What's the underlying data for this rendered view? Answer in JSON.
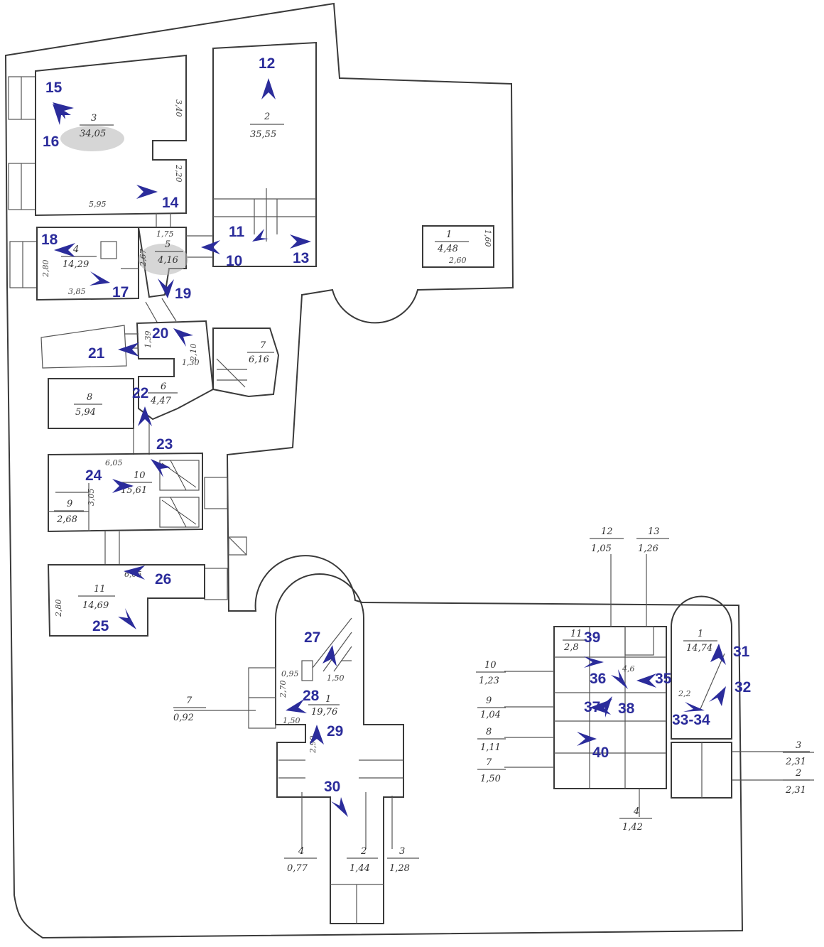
{
  "colors": {
    "marker": "#2b2c9b",
    "walls": "#3a3a3a",
    "background": "#ffffff"
  },
  "rooms": [
    {
      "id": "r3",
      "number": "3",
      "area": "34,05"
    },
    {
      "id": "r2",
      "number": "2",
      "area": "35,55"
    },
    {
      "id": "r1top",
      "number": "1",
      "area": "4,48"
    },
    {
      "id": "r4",
      "number": "4",
      "area": "14,29"
    },
    {
      "id": "r5",
      "number": "5",
      "area": "4,16"
    },
    {
      "id": "r7",
      "number": "7",
      "area": "6,16"
    },
    {
      "id": "r6",
      "number": "6",
      "area": "4,47"
    },
    {
      "id": "r8",
      "number": "8",
      "area": "5,94"
    },
    {
      "id": "r10",
      "number": "10",
      "area": "15,61"
    },
    {
      "id": "r9",
      "number": "9",
      "area": "2,68"
    },
    {
      "id": "r11",
      "number": "11",
      "area": "14,69"
    },
    {
      "id": "b1",
      "number": "1",
      "area": "19,76"
    },
    {
      "id": "b7",
      "number": "7",
      "area": "0,92"
    },
    {
      "id": "b4",
      "number": "4",
      "area": "0,77"
    },
    {
      "id": "b2",
      "number": "2",
      "area": "1,44"
    },
    {
      "id": "b3",
      "number": "3",
      "area": "1,28"
    },
    {
      "id": "c12",
      "number": "12",
      "area": "1,05"
    },
    {
      "id": "c13",
      "number": "13",
      "area": "1,26"
    },
    {
      "id": "c11",
      "number": "11",
      "area": "2,8"
    },
    {
      "id": "c10",
      "number": "10",
      "area": "1,23"
    },
    {
      "id": "c9",
      "number": "9",
      "area": "1,04"
    },
    {
      "id": "c8",
      "number": "8",
      "area": "1,11"
    },
    {
      "id": "c7",
      "number": "7",
      "area": "1,50"
    },
    {
      "id": "c4",
      "number": "4",
      "area": "1,42"
    },
    {
      "id": "d1",
      "number": "1",
      "area": "14,74"
    },
    {
      "id": "d3",
      "number": "3",
      "area": "2,31"
    },
    {
      "id": "d2",
      "number": "2",
      "area": "2,31"
    }
  ],
  "dimensions": [
    "3,40",
    "2,20",
    "5,95",
    "1,75",
    "2,80",
    "2,67",
    "3,85",
    "1,60",
    "2,60",
    "1,39",
    "2,10",
    "1,30",
    "6,05",
    "3,05",
    "2,80",
    "6,05",
    "0,95",
    "2,70",
    "1,50",
    "1,50",
    "2,90",
    "4,6",
    "2,2"
  ],
  "markers": [
    "10",
    "11",
    "12",
    "13",
    "14",
    "15",
    "16",
    "17",
    "18",
    "19",
    "20",
    "21",
    "22",
    "23",
    "24",
    "25",
    "26",
    "27",
    "28",
    "29",
    "30",
    "31",
    "32",
    "33-34",
    "35",
    "36",
    "37",
    "38",
    "39",
    "40"
  ]
}
